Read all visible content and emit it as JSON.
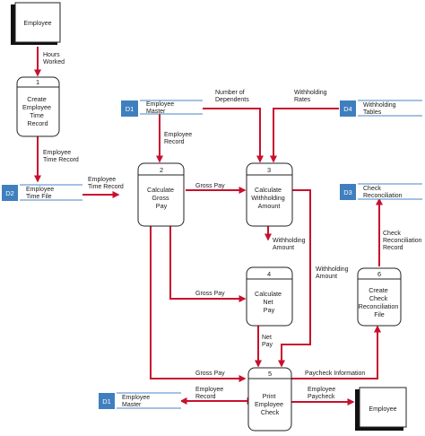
{
  "entities": {
    "employee_top": "Employee",
    "employee_bottom": "Employee"
  },
  "processes": [
    {
      "number": "1",
      "lines": [
        "Create",
        "Employee",
        "Time",
        "Record"
      ]
    },
    {
      "number": "2",
      "lines": [
        "Calculate",
        "Gross",
        "Pay"
      ]
    },
    {
      "number": "3",
      "lines": [
        "Calculate",
        "Withholding",
        "Amount"
      ]
    },
    {
      "number": "4",
      "lines": [
        "Calculate",
        "Net",
        "Pay"
      ]
    },
    {
      "number": "5",
      "lines": [
        "Print",
        "Employee",
        "Check"
      ]
    },
    {
      "number": "6",
      "lines": [
        "Create",
        "Check",
        "Reconciliation",
        "File"
      ]
    }
  ],
  "stores": [
    {
      "id": "D1",
      "lines": [
        "Employee",
        "Master"
      ]
    },
    {
      "id": "D2",
      "lines": [
        "Employee",
        "Time File"
      ]
    },
    {
      "id": "D4",
      "lines": [
        "Withholding",
        "Tables"
      ]
    },
    {
      "id": "D3",
      "lines": [
        "Check",
        "Reconciliation"
      ]
    },
    {
      "id": "D1",
      "lines": [
        "Employee",
        "Master"
      ]
    }
  ],
  "flows": {
    "hours_worked": [
      "Hours",
      "Worked"
    ],
    "employee_time_record_1": [
      "Employee",
      "Time Record"
    ],
    "employee_time_record_2": [
      "Employee",
      "Time Record"
    ],
    "employee_record_d1_to_2": [
      "Employee",
      "Record"
    ],
    "number_of_dependents": [
      "Number of",
      "Dependents"
    ],
    "withholding_rates": [
      "Withholding",
      "Rates"
    ],
    "gross_pay_2_3": "Gross Pay",
    "withholding_amount_3_4": [
      "Withholding",
      "Amount"
    ],
    "withholding_amount_3_5": [
      "Withholding",
      "Amount"
    ],
    "gross_pay_2_4": "Gross Pay",
    "net_pay": [
      "Net",
      "Pay"
    ],
    "gross_pay_2_5": "Gross Pay",
    "paycheck_information": "Paycheck Information",
    "check_reconciliation_record": [
      "Check",
      "Reconciliation",
      "Record"
    ],
    "employee_record_5_d1": [
      "Employee",
      "Record"
    ],
    "employee_paycheck": [
      "Employee",
      "Paycheck"
    ]
  }
}
